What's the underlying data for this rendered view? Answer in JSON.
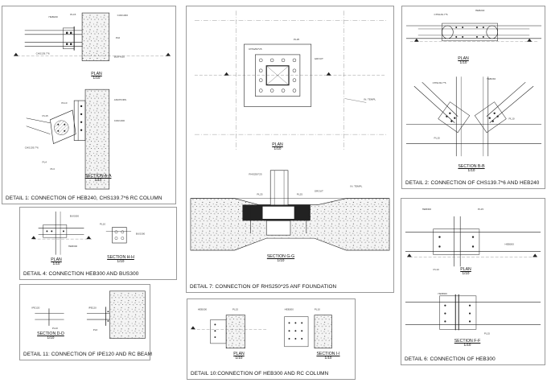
{
  "details": {
    "d1": {
      "caption": "DETAIL 1: CONNECTION OF HEB240, CHS139.7*6 RC COLUMN",
      "views": [
        {
          "title": "PLAN",
          "scale": "1/10"
        },
        {
          "title": "SECTION A-A",
          "scale": "1/10"
        }
      ],
      "labels": [
        "HEB240",
        "PL15",
        "PL6",
        "CHS139.7*6",
        "C30/1300",
        "ANCHORS",
        "ØD8-M20",
        "PL10",
        "PL4",
        "PL3"
      ]
    },
    "d2": {
      "caption": "DETAIL 2: CONNECTION OF CHS139.7*6 AND HEB240",
      "views": [
        {
          "title": "PLAN",
          "scale": "1/10"
        },
        {
          "title": "SECTION B-B",
          "scale": "1/10"
        }
      ],
      "labels": [
        "CHS139.7*6",
        "HEB240",
        "PL15",
        "PL10",
        "PL6"
      ]
    },
    "d4": {
      "caption": "DETAIL 4: CONNECTION HEB300 AND BUS300",
      "views": [
        {
          "title": "PLAN",
          "scale": "1/10"
        },
        {
          "title": "SECTION H-H",
          "scale": "1/10"
        }
      ],
      "labels": [
        "BUS300",
        "HEB300",
        "PL15",
        "PL10"
      ]
    },
    "d7": {
      "caption": "DETAIL 7: CONNECTION OF RHS250*25 ANF FOUNDATION",
      "views": [
        {
          "title": "PLAN",
          "scale": "1/10"
        },
        {
          "title": "SECTION G-G",
          "scale": "1/10"
        }
      ],
      "labels": [
        "RHS250*25",
        "PL25",
        "GROUT",
        "IN. TEMPL"
      ]
    },
    "d6": {
      "caption": "DETAIL 6: CONNECTION OF HEB300",
      "views": [
        {
          "title": "PLAN",
          "scale": "1/10"
        },
        {
          "title": "SECTION F-F",
          "scale": "1/10"
        }
      ],
      "labels": [
        "HEB300",
        "PL10",
        "PL15"
      ]
    },
    "d11": {
      "caption": "DETAIL 11: CONNECTION OF IPE120 AND RC BEAM",
      "views": [
        {
          "title": "SECTION D-D",
          "scale": "1/10"
        }
      ],
      "labels": [
        "IPE120",
        "PL10",
        "PL6"
      ]
    },
    "d10": {
      "caption": "DETAIL 10:CONNECTION OF  HEB300 AND RC COLUMN",
      "views": [
        {
          "title": "PLAN",
          "scale": "1/10"
        },
        {
          "title": "SECTION I-I",
          "scale": "1/10"
        }
      ],
      "labels": [
        "HEB300",
        "PL15",
        "PL10"
      ]
    }
  },
  "colors": {
    "line": "#222222",
    "frame": "#9a9a9a",
    "concrete": "#e9e9e9"
  }
}
